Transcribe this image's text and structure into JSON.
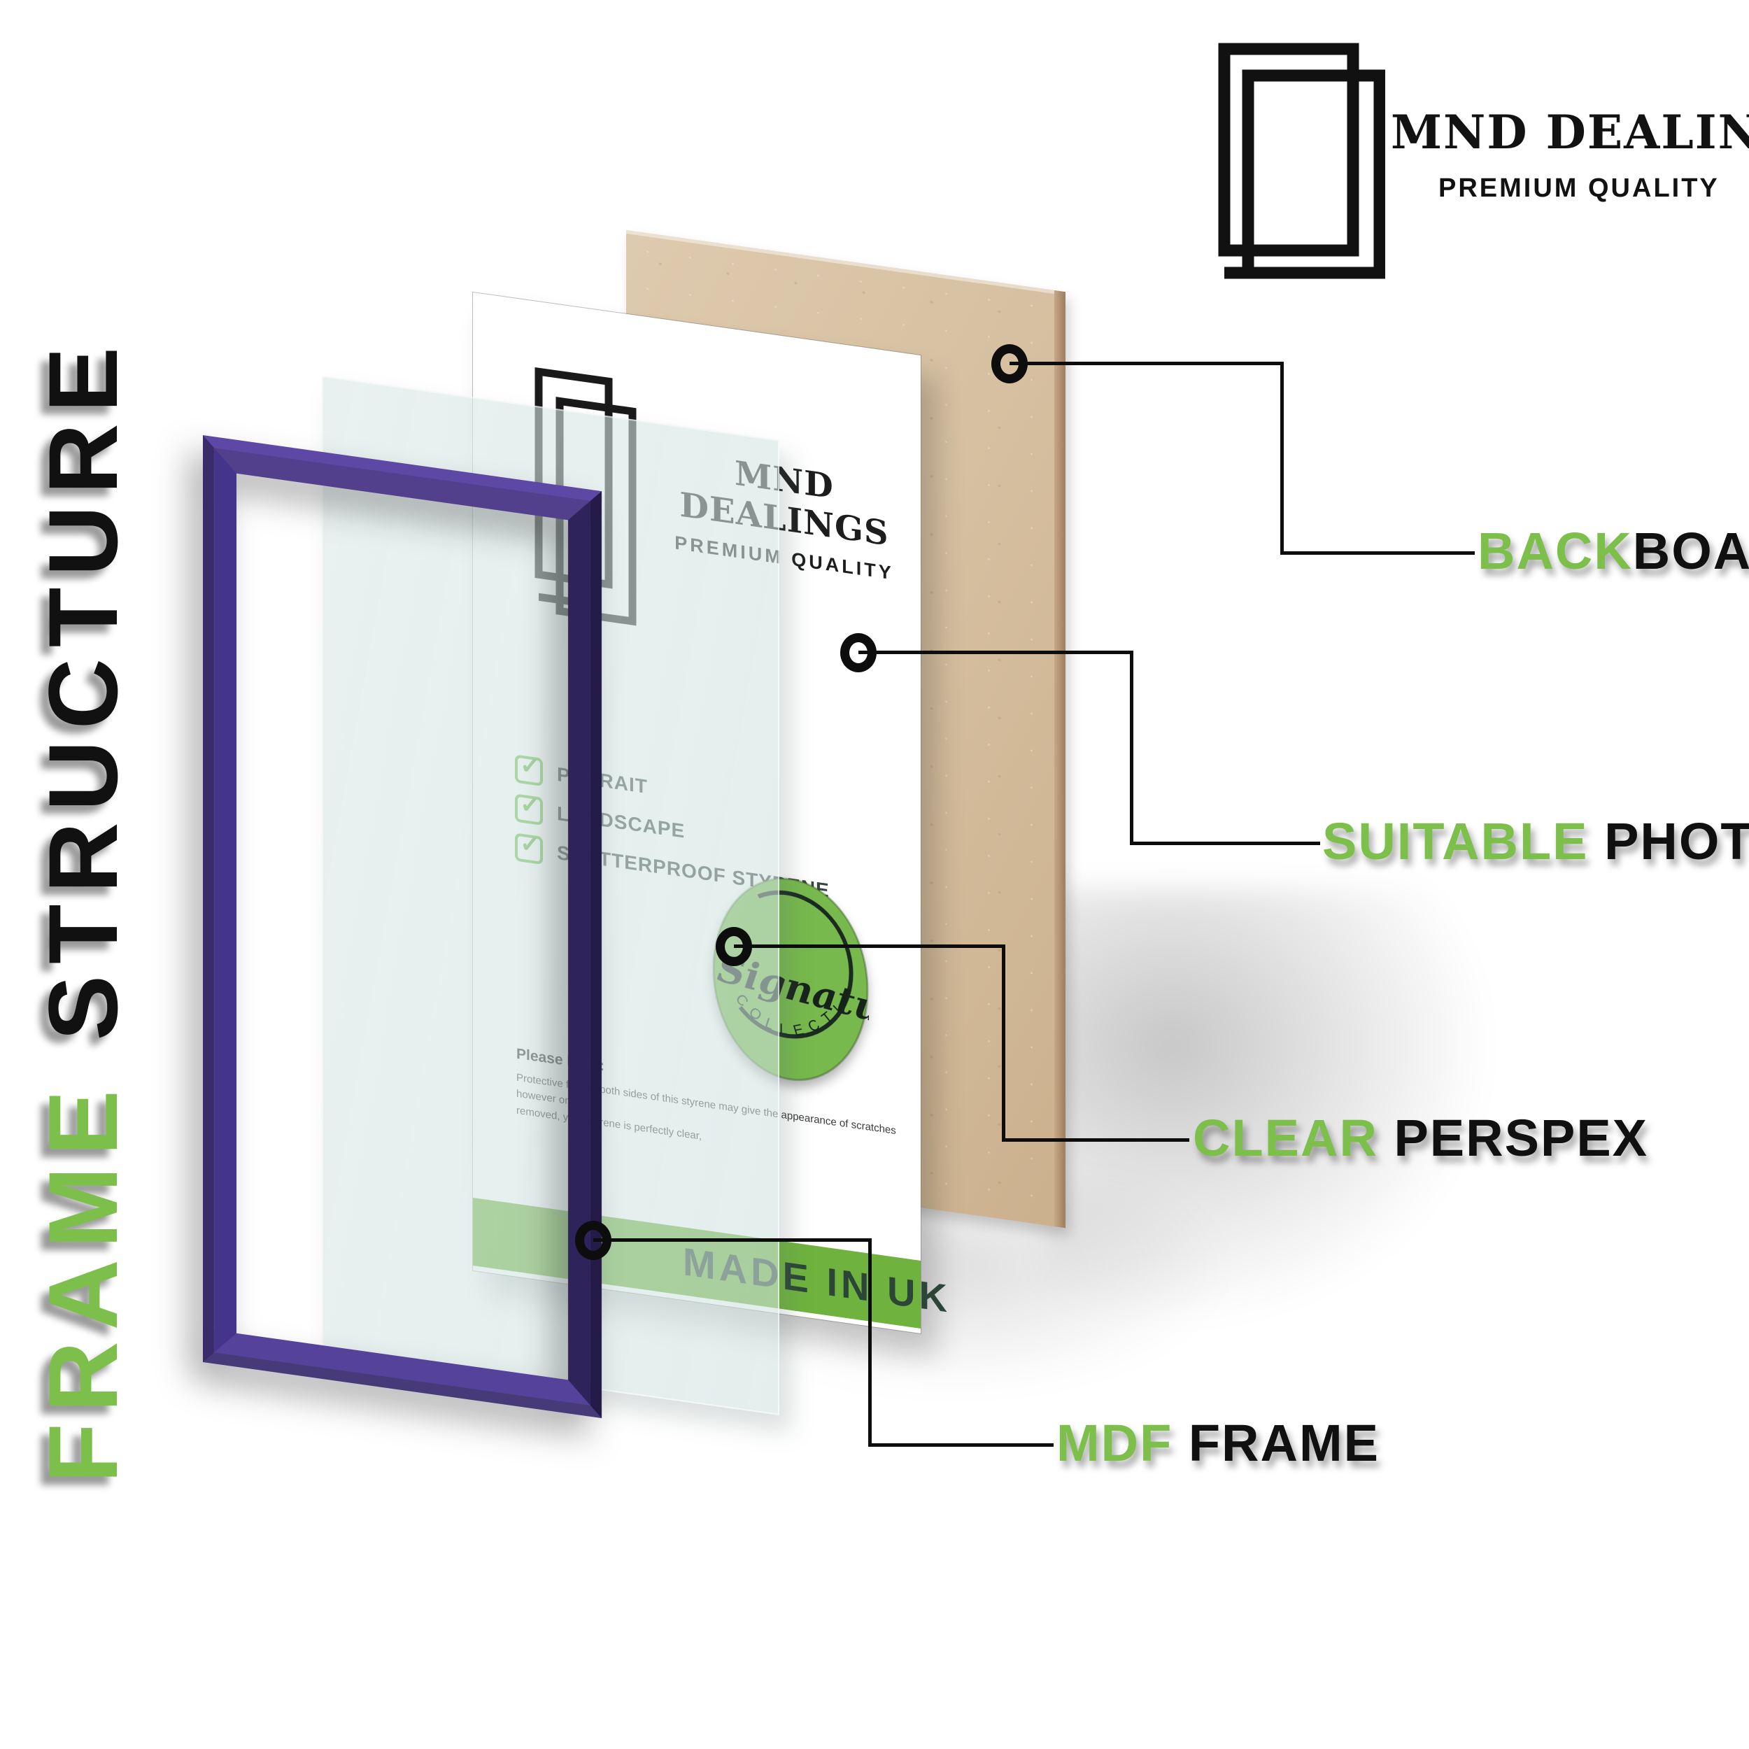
{
  "side_title": {
    "green_word": "FRAME",
    "black_word": " STRUCTURE"
  },
  "brand_logo": {
    "name": "MND DEALINGS",
    "tagline": "PREMIUM QUALITY"
  },
  "insert_sheet": {
    "brand_name": "MND DEALINGS",
    "brand_tagline": "PREMIUM QUALITY",
    "check_glyph": "✓",
    "checklist": [
      {
        "label": "POTRAIT"
      },
      {
        "label": "LANDSCAPE"
      },
      {
        "label": "SHATTERPROOF STYRENE"
      }
    ],
    "note_title": "Please Note:",
    "note_line1": "Protective film on both sides of this styrene may give the appearance of scratches however once",
    "note_line2": "removed, your styrene is perfectly clear,",
    "banner_text": "MADE IN UK",
    "badge_script": "Signature",
    "badge_arc_text": "COLLECTION"
  },
  "callouts": [
    {
      "green": "BACK",
      "black": "BOARD"
    },
    {
      "green": "SUITABLE",
      "black": " PHOTO"
    },
    {
      "green": "CLEAR",
      "black": " PERSPEX"
    },
    {
      "green": "MDF",
      "black": " FRAME"
    }
  ],
  "colors": {
    "accent_green": "#7cbf4a",
    "banner_green": "#6fb33e",
    "badge_green": "#77b94c",
    "check_green": "#6cbf45",
    "frame_purple": "#52408d",
    "frame_purple_dark": "#241b49",
    "backboard_tan": "#d6c0a2",
    "line_black": "#0d0d0d"
  }
}
